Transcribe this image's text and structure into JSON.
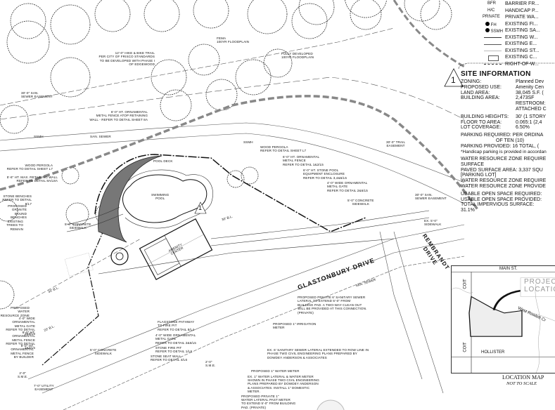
{
  "sheet": {
    "keynote_number": "1",
    "labels": {
      "trail": "12'-0\" HIKE & BIKE TRAIL\nPER CITY OF FRISCO STANDARDS\nTO BE DEVELOPED WITH PHASE I\nOF EDGEWOOD",
      "fema": "FEMA\n100YR FLOODPLAIN",
      "fully_developed": "FULLY DEVELOPED\n100YR FLOODPLAIN",
      "san_sewer_easement_left": "30'-0\" SAN.\nSEWER EASEMENT",
      "fence_retaining": "6'-0\" HT. ORNAMENTAL\nMETAL FENCE ATOP RETAINING\nWALL - REFER TO DETAIL SHEET 8A",
      "ssmh_1": "SSMH",
      "ssmh_2": "SSMH",
      "san_sewer_top": "SAN. SEWER",
      "pergola_left": "WOOD PERGOLA\nREFER TO DETAIL SHEET L7",
      "retaining_wall": "5'-6\" HT. MAX. RETAINING WALL\nREFER TO DETAIL 8A/L8A",
      "stone_benches": "STONE BENCHES\nREFER TO DETAIL 8/L7",
      "granite_benches": "PROPOSED GRANITE\nBOUND BENCHES",
      "trees_remain": "EXISTING TREES TO\nREMAIN",
      "sidewalk_left": "5'-0\" CONCRETE\nSIDEWALK",
      "pergola_top": "WOOD PERGOLA\nREFER TO DETAIL SHEET L7",
      "fence_top": "6'-0\" HT. ORNAMENTAL\nMETAL FENCE\nREFER TO DETAIL 1&2/L5",
      "pool_enclosure": "6'-0\" HT. STONE POOL\nEQUIPMENT ENCLOSURE\nREFER TO DETAIL 3,4&5/L5",
      "gate_top": "4'-0\" WIDE ORNAMENTAL\nMETAL GATE\nREFER TO DETAIL 2&6/L5",
      "trail_easement": "30'-0\" TRAIL\nEASEMENT",
      "sidewalk_mid": "5'-0\" CONCRETE\nSIDEWALK",
      "san_sewer_easement_right": "30'-0\" SAN.\nSEWER EASEMENT",
      "ex_sidewalk": "EX. 5'-0\"\nSIDEWALK",
      "pool_deck": "POOL DECK",
      "swimming_pool": "SWIMMING\nPOOL",
      "amenity_center": "AMENITY\nCENTER",
      "san_sewer_street": "SAN. SEWER",
      "bl_1": "30' B.L.",
      "bl_2": "30' B.L.",
      "bl_3": "20' B.L.",
      "sewer_lateral": "PROPOSED PRIVATE 6' SANITARY SEWER\nLATERAL TO EXTEND 5'-0\" FROM\nBUILDING PAD. A TWO-WAY CLEAN OUT\nWILL BE PROVIDED AT THIS CONNECTION.\n(PRIVATE)",
      "irrigation_meter": "PROPOSED 1\" IRRIGATION\nMETER",
      "ex_sewer_lateral": "EX. 6' SANITARY SEWER LATERAL EXTENDED TO ROW LINE IN\nPHASE TWO CIVIL ENGINEERING PLANS PREPARED BY\nDOWDEY ANDERSON & ASSOCIATES",
      "water_meter": "PROPOSED 1\" WATER METER",
      "ex_water_lateral": "EX. 1\" WATER LATERAL & WATER METER\nSHOWN IN PHASE TWO CIVIL ENGINEERING\nPLANS PREPARED BY DOWDEY ANDERSON\n& ASSOCIATES.  INSTALL 1\" DOMESTIC\nMETER.",
      "water_lateral": "PROPOSED PRIVATE 1\"\nWATER LATERAL PAST METER\nTO EXTEND 5'-0\" FROM BUILDING\nPAD. (PRIVATE)",
      "flagstone": "FLAGSTONE PATHWAY\nTO FIRE PIT\nREFER TO DETAIL 8/L4",
      "gate_bottom": "4'-0\" WIDE ORNAMENTAL\nMETAL GATE\nREFER TO DETAIL 2&6/L5",
      "fire_pit": "STONE FIRE PIT\nREFER TO DETAIL 1/L6",
      "seat_wall": "STONE SEAT WALL\nREFER TO DETAIL 4/L6",
      "sme": "2'-0\"\nS.M.E.",
      "sidewalk_bottom": "5'-0\" CONCRETE\nSIDEWALK",
      "water_resource": "PROPOSED WATER\nRESOURCE ZONE",
      "gate_left": "4'-0\" WIDE ORNAMENTAL\nMETAL GATE\nREFER TO DETAIL 2&6/L5",
      "fence_left": "6'-0\" HT. ORNAMENTAL\nMETAL FENCE\nREFER TO DETAIL 1&2/L5",
      "fence_builder": "6'-0\" HT. ORNAMENTAL\nMETAL FENCE\nBY BUILDER",
      "utility_easement": "7'-0\" UTILITY\nEASEMENT",
      "sme_2": "2'-0\"\nS.M.E."
    },
    "streets": {
      "glastonbury": "GLASTONBURY DRIVE",
      "rembrandt": "REMBRANDT\nDRIVE"
    }
  },
  "legend": {
    "items": [
      {
        "symbol": "BFR",
        "label": "BARRIER FR..."
      },
      {
        "symbol": "H/C",
        "label": "HANDICAP P..."
      },
      {
        "symbol": "PRIVATE",
        "label": "PRIVATE WA..."
      },
      {
        "symbol": "FH",
        "label": "EXISTING FI..."
      },
      {
        "symbol": "SSMH",
        "label": "EXISTING SA..."
      },
      {
        "symbol": "",
        "label": "EXISTING W..."
      },
      {
        "symbol": "",
        "label": "EXISTING E..."
      },
      {
        "symbol": "",
        "label": "EXISTING ST..."
      },
      {
        "symbol": "",
        "label": "EXISTING C..."
      },
      {
        "symbol": "",
        "label": "RIGHT-OF-W..."
      }
    ]
  },
  "site_information": {
    "title": "SITE INFORMATION",
    "rows": [
      {
        "key": "ZONING:",
        "value": "Planned Dev"
      },
      {
        "key": "PROPOSED USE:",
        "value": "Amenity Cen"
      },
      {
        "key": "LAND AREA:",
        "value": "38,045 S.F. ("
      },
      {
        "key": "BUILDING AREA:",
        "value": "2,473SF"
      },
      {
        "key": "",
        "value": "RESTROOM:"
      },
      {
        "key": "",
        "value": "ATTACHED C"
      }
    ],
    "rows2": [
      {
        "key": "BUILDING HEIGHTS:",
        "value": "30' (1 STORY"
      },
      {
        "key": "FLOOR TO AREA:",
        "value": "0.065:1 (2,4"
      },
      {
        "key": "LOT COVERAGE:",
        "value": "6.50%"
      }
    ],
    "parking_required": "PARKING REQUIRED: PER ORDINA",
    "parking_required_2": "OF TEN (10)",
    "parking_provided": "PARKING PROVIDED: 16 TOTAL, (",
    "handicap_note": "*Handicap parking is provided in accordan",
    "wrz_required": "WATER RESOURCE ZONE REQUIRE",
    "wrz_surface": "SURFACE",
    "paved_area": "PAVED SURFACE AREA: 3,337 SQU",
    "parking_lot": "[PARKING LOT]",
    "wrz_required_2": "WATER RESOURCE ZONE REQUIRE",
    "wrz_provided": "WATER RESOURCE ZONE PROVIDE",
    "open_required": "USABLE OPEN SPACE REQUIRED:",
    "open_provided": "USABLE OPEN SPACE PROVIDED:",
    "impervious": "TOTAL IMPERVIOUS SURFACE:",
    "impervious_value": "31.1%"
  },
  "location_map": {
    "title": "LOCATION MAP",
    "subtitle": "NOT TO SCALE",
    "project_location": "PROJECT\nLOCATION",
    "main_st": "MAIN ST.",
    "coit_1": "COIT",
    "coit_2": "COIT",
    "rowlett": "West Rowlett Cr",
    "hollister": "HOLLISTER"
  }
}
